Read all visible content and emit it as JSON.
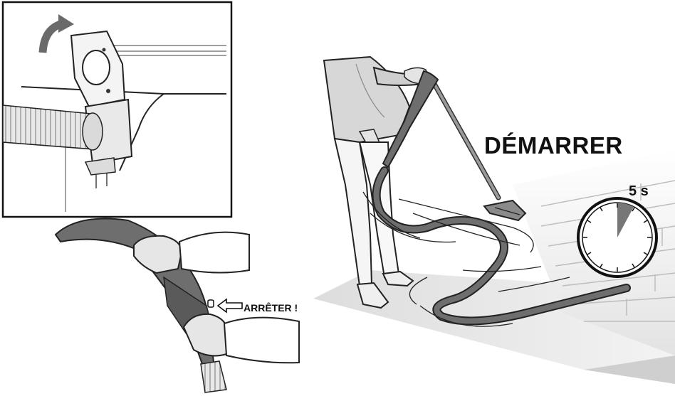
{
  "labels": {
    "start": "DÉMARRER",
    "timer": "5 s",
    "stop": "ARRÊTER !"
  },
  "colors": {
    "hose": "#6e6e6e",
    "hose_dark": "#4f4f4f",
    "line": "#1a1a1a",
    "shade": "#cfcfcf"
  },
  "icons": [
    "rotate-arrow-icon",
    "timer-icon",
    "outline-arrow-icon"
  ]
}
